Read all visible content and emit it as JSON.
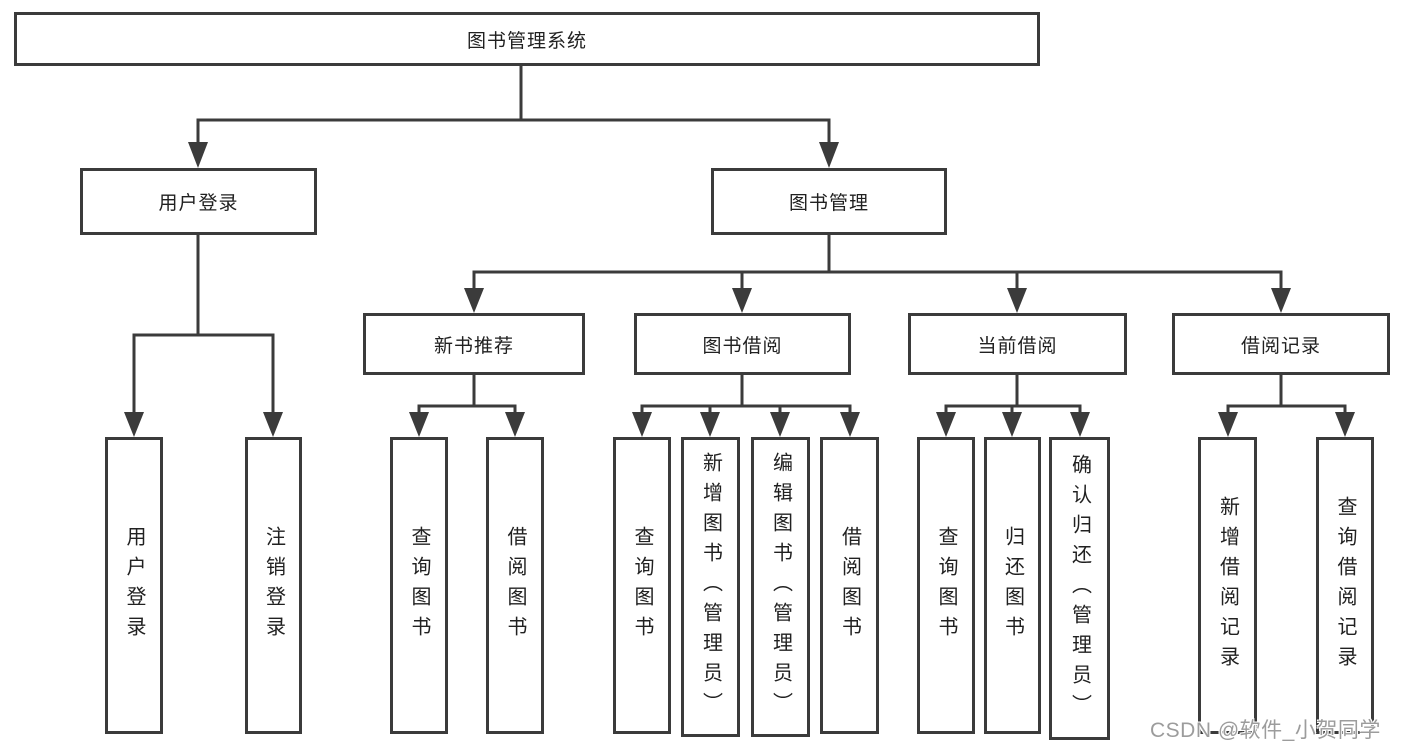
{
  "diagram": {
    "root": {
      "label": "图书管理系统"
    },
    "level1": {
      "user_login": {
        "label": "用户登录"
      },
      "book_mgmt": {
        "label": "图书管理"
      }
    },
    "level2": {
      "new_books": {
        "label": "新书推荐"
      },
      "book_borrow": {
        "label": "图书借阅"
      },
      "current_borrow": {
        "label": "当前借阅"
      },
      "borrow_records": {
        "label": "借阅记录"
      }
    },
    "leaves": {
      "user_login": {
        "label": "用户登录"
      },
      "logout": {
        "label": "注销登录"
      },
      "newbooks_query": {
        "label": "查询图书"
      },
      "newbooks_borrow": {
        "label": "借阅图书"
      },
      "borrow_query": {
        "label": "查询图书"
      },
      "borrow_add": {
        "label": "新增图书（管理员）"
      },
      "borrow_edit": {
        "label": "编辑图书（管理员）"
      },
      "borrow_lend": {
        "label": "借阅图书"
      },
      "current_query": {
        "label": "查询图书"
      },
      "current_return": {
        "label": "归还图书"
      },
      "current_confirm": {
        "label": "确认归还（管理员）"
      },
      "records_add": {
        "label": "新增借阅记录"
      },
      "records_query": {
        "label": "查询借阅记录"
      }
    }
  },
  "watermark": {
    "text": "CSDN @软件_小贺同学"
  },
  "colors": {
    "line": "#3b3b3b",
    "text": "#212121",
    "watermark": "#9c9c9c",
    "background": "#ffffff"
  }
}
